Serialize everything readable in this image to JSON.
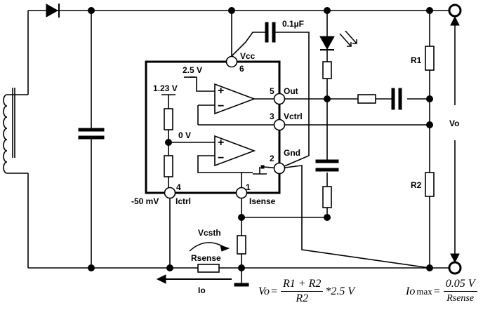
{
  "labels": {
    "cap_label": "0.1µF",
    "vcc": "Vcc",
    "out": "Out",
    "vctrl": "Vctrl",
    "gnd": "Gnd",
    "ictrl": "Ictrl",
    "isense": "Isense",
    "ref_25": "2.5 V",
    "ref_123": "1.23 V",
    "ref_0": "0 V",
    "neg50": "-50 mV",
    "r1": "R1",
    "r2": "R2",
    "vo": "Vo",
    "vcsth": "Vcsth",
    "rsense": "Rsense",
    "io": "Io"
  },
  "pins": {
    "p1": "1",
    "p2": "2",
    "p3": "3",
    "p4": "4",
    "p5": "5",
    "p6": "6"
  },
  "opamp": {
    "plus": "+",
    "minus": "−"
  },
  "formula_vo": {
    "lhs": "Vo",
    "eq": "=",
    "num": "R1 + R2",
    "den": "R2",
    "tail": "*2.5 V"
  },
  "formula_io": {
    "lhs": "Io",
    "sub": "max",
    "eq": "=",
    "num": "0.05 V",
    "den": "Rsense"
  }
}
